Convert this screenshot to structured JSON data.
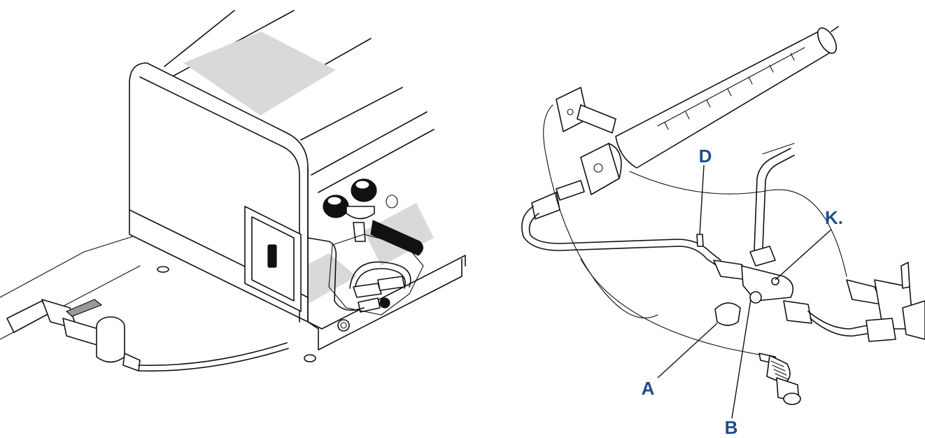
{
  "figure": {
    "accent_color": "#1f4e8c",
    "callouts": [
      {
        "id": "D",
        "text": "D"
      },
      {
        "id": "K",
        "text": "K."
      },
      {
        "id": "A",
        "text": "A"
      },
      {
        "id": "B",
        "text": "B"
      }
    ],
    "left_panel": {
      "depicts": "espresso-machine-connection"
    },
    "right_panel": {
      "depicts": "steam-pipe-assembly"
    }
  }
}
